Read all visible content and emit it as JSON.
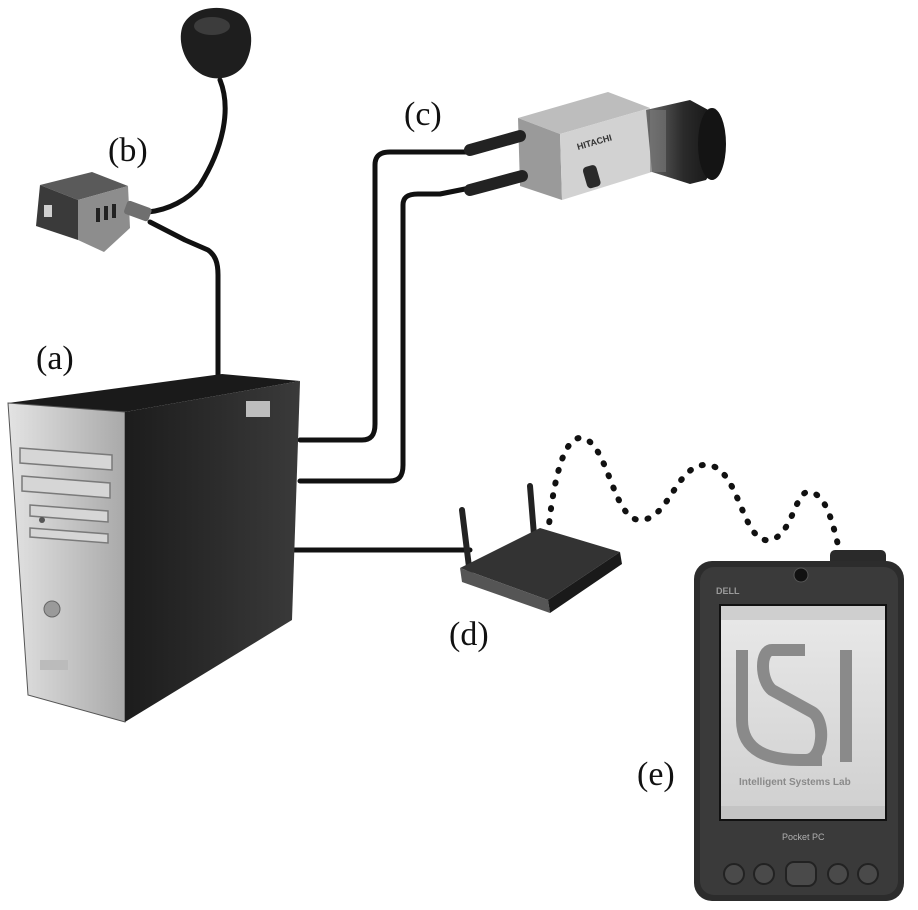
{
  "labels": {
    "a": "(a)",
    "b": "(b)",
    "c": "(c)",
    "d": "(d)",
    "e": "(e)"
  },
  "camera": {
    "brand": "HITACHI"
  },
  "pda": {
    "brand": "DELL",
    "screen_logo_text": "Intelligent Systems Lab",
    "footer_label": "Pocket PC"
  },
  "components": [
    {
      "id": "a",
      "kind": "desktop-computer"
    },
    {
      "id": "b",
      "kind": "gps-receiver-with-antenna"
    },
    {
      "id": "c",
      "kind": "video-camera"
    },
    {
      "id": "d",
      "kind": "wireless-router"
    },
    {
      "id": "e",
      "kind": "pocket-pc"
    }
  ],
  "colors": {
    "ink": "#111111",
    "case_dark": "#2a2a2a",
    "case_light": "#c9c9c9"
  }
}
